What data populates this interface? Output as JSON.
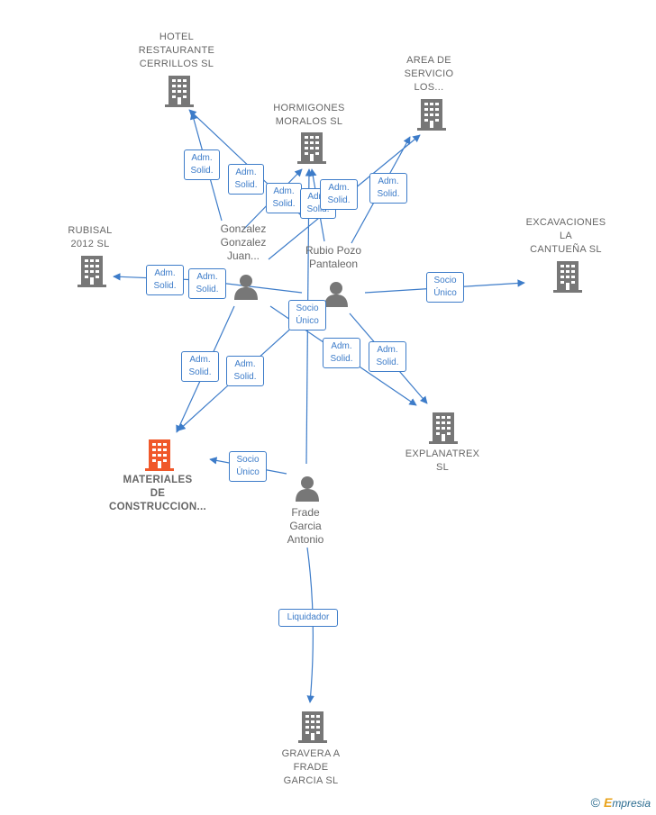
{
  "colors": {
    "edge": "#3d7cc9",
    "building": "#777777",
    "highlight": "#f0582a",
    "person": "#777777"
  },
  "companies": {
    "hotel": "HOTEL\nRESTAURANTE\nCERRILLOS  SL",
    "area": "AREA DE\nSERVICIO\nLOS...",
    "hormigones": "HORMIGONES\nMORALOS SL",
    "rubisal": "RUBISAL\n2012 SL",
    "excavaciones": "EXCAVACIONES\nLA\nCANTUEÑA SL",
    "explanatrex": "EXPLANATREX\nSL",
    "materiales": "MATERIALES\nDE\nCONSTRUCCION...",
    "gravera": "GRAVERA A\nFRADE\nGARCIA  SL"
  },
  "persons": {
    "gonzalez": "Gonzalez\nGonzalez\nJuan...",
    "rubio": "Rubio Pozo\nPantaleon",
    "frade": "Frade\nGarcia\nAntonio"
  },
  "relations": {
    "adm": "Adm.\nSolid.",
    "socio": "Socio\nÚnico",
    "liquidador": "Liquidador"
  },
  "footer": {
    "copyright": "©",
    "brand_e": "E",
    "brand_rest": "mpresia"
  }
}
